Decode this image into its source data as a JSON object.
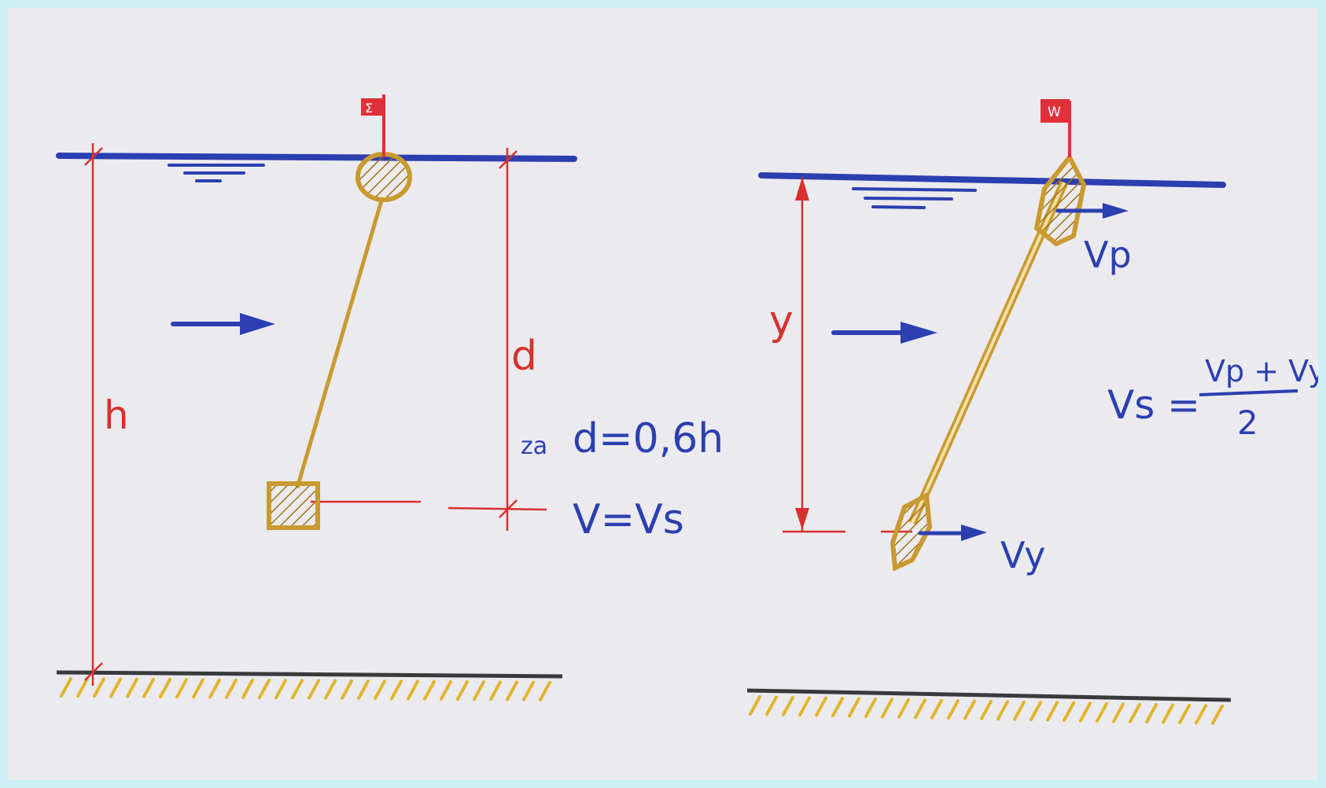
{
  "colors": {
    "frame": "#cdeff6",
    "paper": "#ebeaef",
    "water": "#2c3fb0",
    "dimension": "#d6312d",
    "float": "#d4a93a",
    "float_hatch": "#a07418",
    "bed": "#3a3a3a",
    "bed_hatch": "#e0b52c",
    "flag": "#e0303a"
  },
  "left_figure": {
    "depth_label": "h",
    "float_depth_label": "d",
    "condition_prefix": "za",
    "condition": "d=0,6h",
    "result": "V=Vs",
    "flag_mark": "Σ"
  },
  "right_figure": {
    "depth_label": "y",
    "surface_velocity_label": "Vp",
    "depth_velocity_label": "Vy",
    "formula_lhs": "Vs =",
    "formula_numerator": "Vp + Vy",
    "formula_denominator": "2",
    "flag_mark": "W"
  },
  "icons": [
    "flow-arrow",
    "flag",
    "float-ball",
    "weight-block",
    "double-float-rod",
    "riverbed-hatch",
    "water-surface-ripples"
  ]
}
